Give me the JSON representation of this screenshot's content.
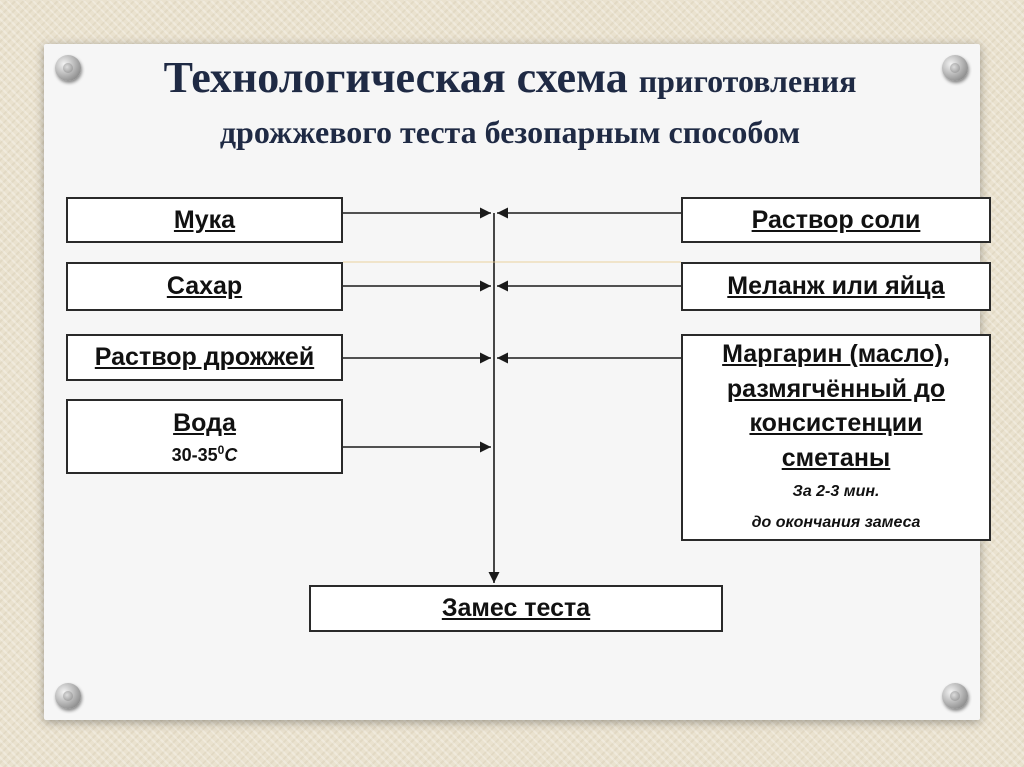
{
  "title": {
    "main": "Технологическая схема",
    "rest": "приготовления",
    "line2": "дрожжевого теста безопарным способом"
  },
  "left_boxes": [
    {
      "label": "Мука"
    },
    {
      "label": "Сахар"
    },
    {
      "label": "Раствор дрожжей"
    },
    {
      "label": "Вода",
      "sub": "30-35",
      "sub_sup": "0",
      "sub_unit": "С"
    }
  ],
  "right_boxes": [
    {
      "label": "Раствор соли"
    },
    {
      "label": "Меланж или яйца"
    },
    {
      "label": "Маргарин (масло), размягчённый до консистенции сметаны",
      "note_1": "За 2-3 мин.",
      "note_2": "до окончания замеса"
    }
  ],
  "bottom_box": {
    "label": "Замес теста"
  },
  "colors": {
    "title": "#1f2a44",
    "line": "#1a1a1a",
    "box_border": "#2a2a2a"
  }
}
